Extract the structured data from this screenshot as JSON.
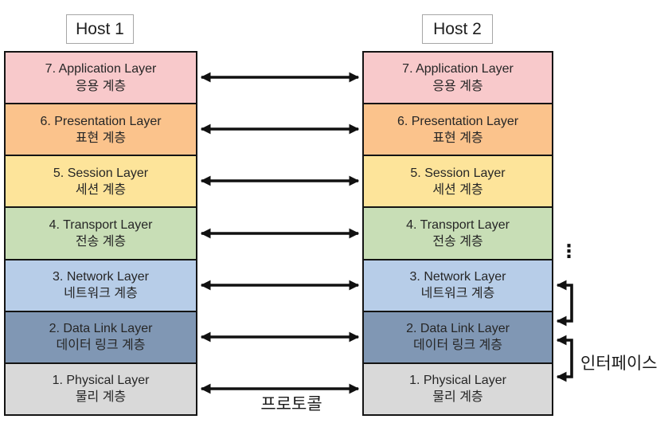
{
  "hosts": {
    "host1": "Host 1",
    "host2": "Host 2"
  },
  "layers": [
    {
      "number": "7",
      "name_en": "7. Application Layer",
      "name_ko": "응용 계층",
      "color": "#f8c9cb"
    },
    {
      "number": "6",
      "name_en": "6. Presentation Layer",
      "name_ko": "표현 계층",
      "color": "#fbc38c"
    },
    {
      "number": "5",
      "name_en": "5. Session Layer",
      "name_ko": "세션 계층",
      "color": "#fde49a"
    },
    {
      "number": "4",
      "name_en": "4. Transport Layer",
      "name_ko": "전송 계층",
      "color": "#c8deb6"
    },
    {
      "number": "3",
      "name_en": "3. Network Layer",
      "name_ko": "네트워크 계층",
      "color": "#b7cde8"
    },
    {
      "number": "2",
      "name_en": "2. Data Link Layer",
      "name_ko": "데이터 링크 계층",
      "color": "#8097b4"
    },
    {
      "number": "1",
      "name_en": "1. Physical Layer",
      "name_ko": "물리 계층",
      "color": "#d9d9d9"
    }
  ],
  "annotations": {
    "protocol": "프로토콜",
    "interface": "인터페이스",
    "ellipsis": "⋮"
  },
  "colors": {
    "arrow": "#111111",
    "box_border": "#141414",
    "host_box_border": "#a6a6a6",
    "text": "#262626",
    "background": "#ffffff"
  }
}
